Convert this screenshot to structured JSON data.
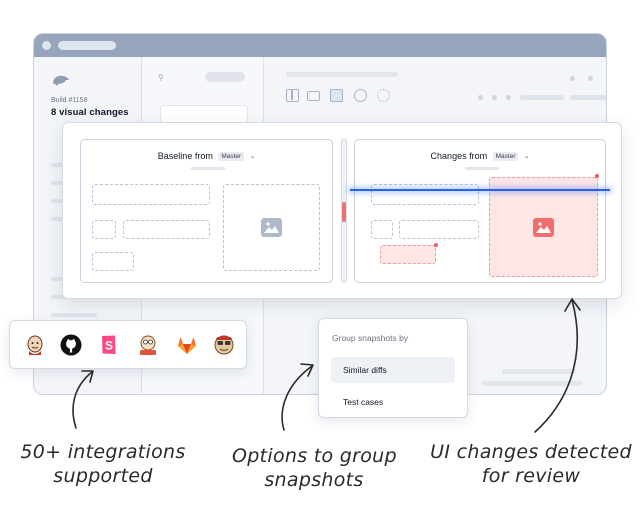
{
  "sidebar": {
    "build_number": "Build #1158",
    "changes_summary": "8 visual changes"
  },
  "compare": {
    "baseline": {
      "label": "Baseline from",
      "branch": "Master"
    },
    "changes": {
      "label": "Changes from",
      "branch": "Master"
    },
    "caret": "⌄"
  },
  "toolbar": {
    "icons": [
      "split-view-icon",
      "single-view-icon",
      "overlay-view-icon",
      "history-icon",
      "diff-highlight-icon"
    ]
  },
  "integrations": {
    "icons": [
      "jenkins-icon",
      "github-icon",
      "storybook-icon",
      "circleci-icon",
      "gitlab-icon",
      "travis-icon"
    ]
  },
  "group_menu": {
    "title": "Group snapshots by",
    "options": [
      "Similar diffs",
      "Test cases"
    ],
    "selected": "Similar diffs"
  },
  "annotations": {
    "integrations": [
      "50+ integrations",
      "supported"
    ],
    "grouping": [
      "Options to group",
      "snapshots"
    ],
    "ui_changes": [
      "UI changes detected",
      "for review"
    ]
  },
  "colors": {
    "accent_blue": "#2563eb",
    "diff_red": "#ef6f6f",
    "diff_fill": "#fde6e6",
    "placeholder_gray": "#aeb9c9"
  }
}
